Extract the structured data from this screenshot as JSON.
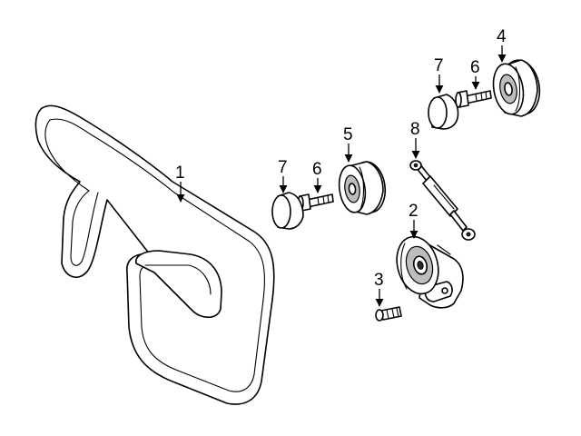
{
  "callouts": {
    "c1": "1",
    "c2": "2",
    "c3": "3",
    "c4": "4",
    "c5": "5",
    "c6a": "6",
    "c6b": "6",
    "c7a": "7",
    "c7b": "7",
    "c8": "8"
  },
  "colors": {
    "line": "#000000",
    "background": "#ffffff",
    "shade": "#bdbdbd"
  }
}
